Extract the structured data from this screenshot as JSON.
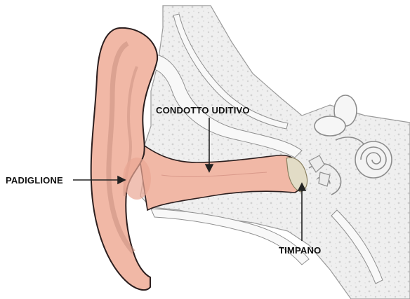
{
  "labels": {
    "pinna": "PADIGLIONE",
    "ear_canal": "CONDOTTO UDITIVO",
    "eardrum": "TIMPANO"
  },
  "colors": {
    "skin_fill": "#f1b8a6",
    "skin_dark": "#c98f80",
    "skin_outline": "#2b1e1e",
    "bone_fill": "#efefef",
    "bone_texture": "#d6d6d6",
    "soft_tissue": "#f7f7f7",
    "line_gray": "#8a8a8a",
    "eardrum_fill": "#e2dcc6",
    "arrow": "#222222"
  }
}
